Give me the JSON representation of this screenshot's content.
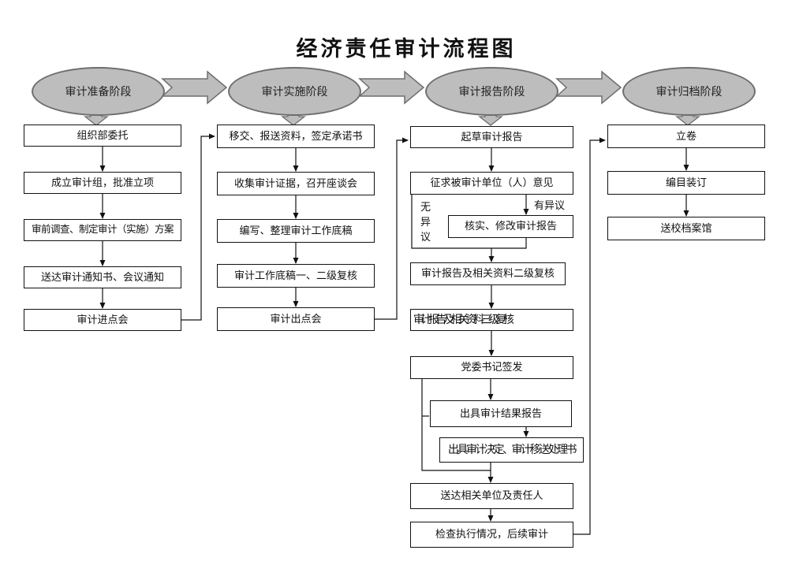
{
  "title": "经济责任审计流程图",
  "colors": {
    "shape_fill": "#bdbdbd",
    "shape_border": "#6e6e6e",
    "box_fill": "#ffffff",
    "box_border": "#111111",
    "line": "#111111"
  },
  "stages": [
    {
      "label": "审计准备阶段",
      "steps": [
        "组织部委托",
        "成立审计组，批准立项",
        "审前调查、制定审计（实施）方案",
        "送达审计通知书、会议通知",
        "审计进点会"
      ]
    },
    {
      "label": "审计实施阶段",
      "steps": [
        "移交、报送资料，签定承诺书",
        "收集审计证据，召开座谈会",
        "编写、整理审计工作底稿",
        "审计工作底稿一、二级复核",
        "审计出点会"
      ]
    },
    {
      "label": "审计报告阶段",
      "steps": [
        "起草审计报告",
        "征求被审计单位（人）意见",
        "核实、修改审计报告",
        "审计报告及相关资料二级复核",
        "审计报告及相关资料三级复核",
        "党委书记签发",
        "出具审计结果报告",
        "出具审计决定、审计移送处理书",
        "送达相关单位及责任人",
        "检查执行情况，后续审计"
      ]
    },
    {
      "label": "审计归档阶段",
      "steps": [
        "立卷",
        "编目装订",
        "送校档案馆"
      ]
    }
  ],
  "branch_labels": {
    "no_objection": "无异议",
    "objection": "有异议"
  }
}
